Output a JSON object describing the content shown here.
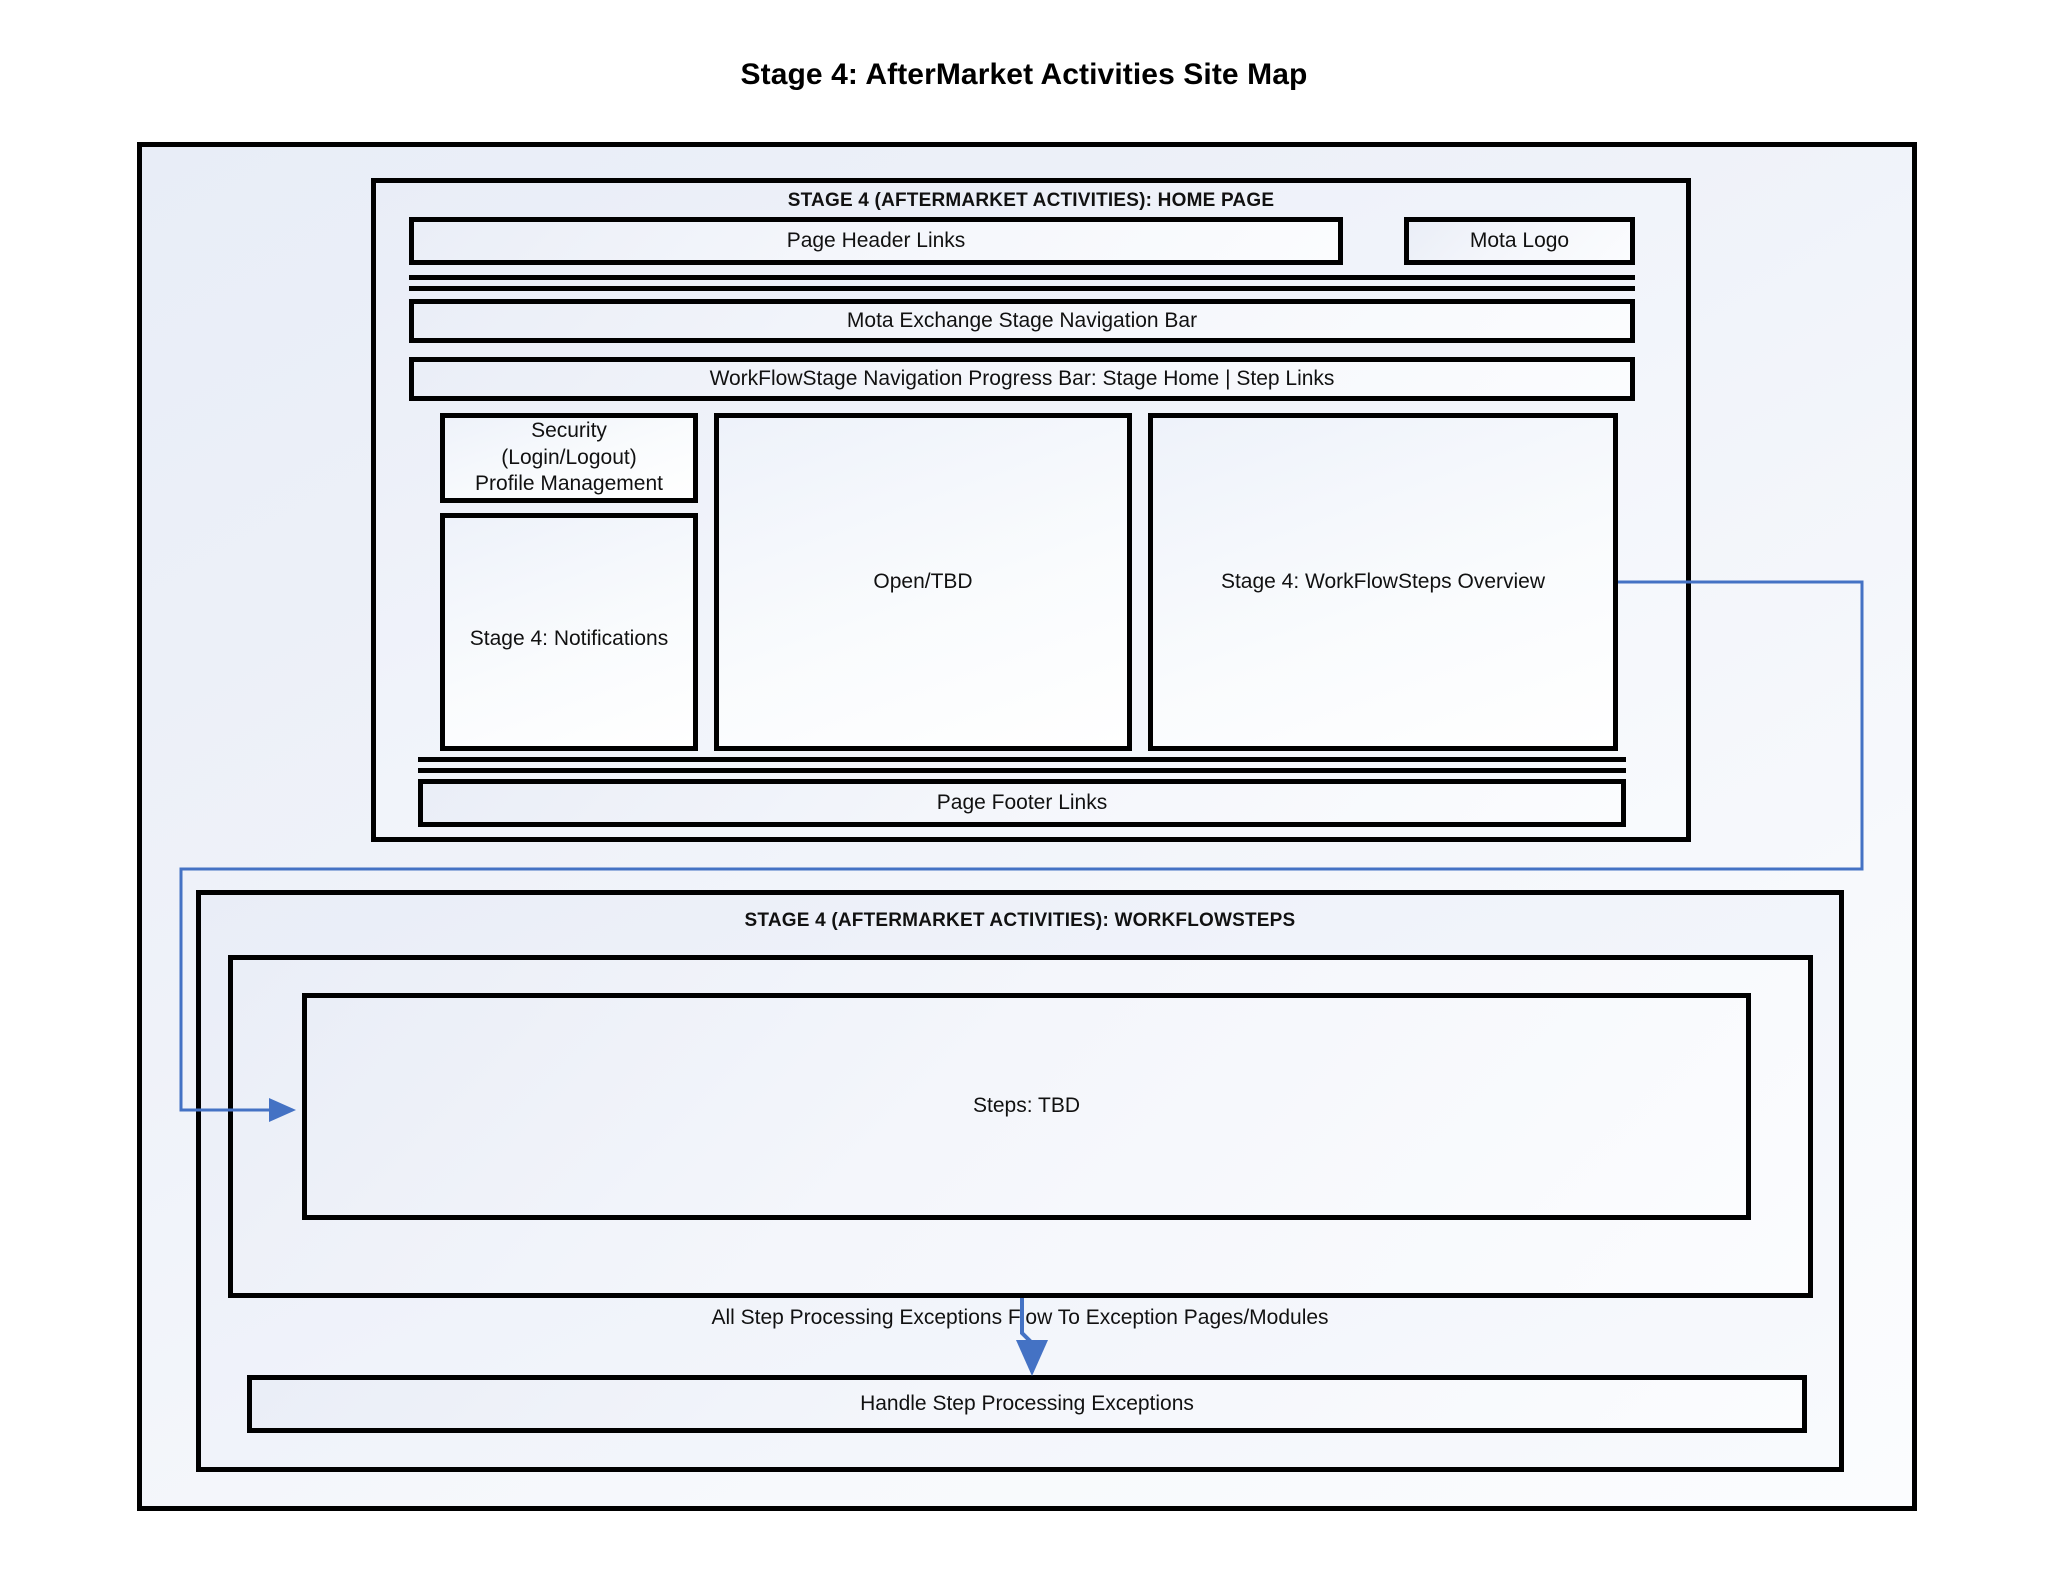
{
  "title": "Stage 4: AfterMarket Activities Site Map",
  "home": {
    "group_title": "STAGE 4 (AFTERMARKET ACTIVITIES): HOME PAGE",
    "header_links": "Page Header Links",
    "logo": "Mota Logo",
    "stage_nav": "Mota Exchange Stage Navigation Bar",
    "progress_bar": "WorkFlowStage Navigation Progress Bar: Stage Home | Step Links",
    "security": "Security\n(Login/Logout)\nProfile Management",
    "security_lines": [
      "Security",
      "(Login/Logout)",
      "Profile Management"
    ],
    "notifications": "Stage 4: Notifications",
    "center_panel": "Open/TBD",
    "right_panel": "Stage 4: WorkFlowSteps Overview",
    "footer_links": "Page Footer Links"
  },
  "workflowsteps": {
    "group_title": "STAGE 4 (AFTERMARKET ACTIVITIES): WORKFLOWSTEPS",
    "steps": "Steps: TBD",
    "exception_note": "All Step Processing Exceptions Flow To Exception Pages/Modules",
    "exception_box": "Handle Step Processing Exceptions"
  },
  "colors": {
    "connector": "#4472c4",
    "border": "#000000",
    "canvas": "#ffffff",
    "panel_fill": "#eaeef7"
  }
}
